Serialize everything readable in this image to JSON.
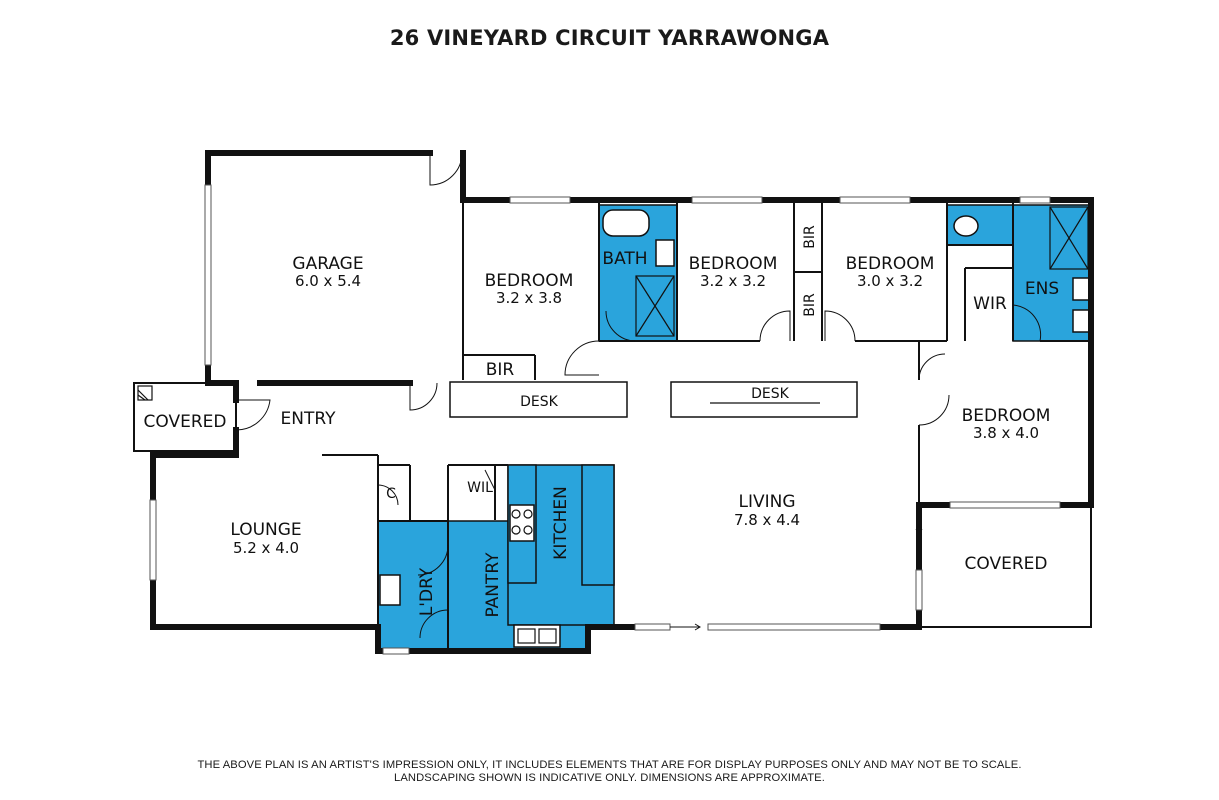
{
  "title": "26 VINEYARD CIRCUIT YARRAWONGA",
  "disclaimer": {
    "line1": "THE ABOVE PLAN IS AN ARTIST'S IMPRESSION ONLY, IT INCLUDES ELEMENTS THAT ARE FOR DISPLAY PURPOSES ONLY AND MAY NOT BE TO SCALE.",
    "line2": "LANDSCAPING SHOWN IS INDICATIVE ONLY. DIMENSIONS ARE APPROXIMATE."
  },
  "colors": {
    "wet_area": "#2aa4dc",
    "walls": "#111111"
  },
  "rooms": {
    "garage": {
      "name": "GARAGE",
      "dims": "6.0 x 5.4"
    },
    "bedroom2": {
      "name": "BEDROOM",
      "dims": "3.2 x 3.8"
    },
    "bath": {
      "name": "BATH"
    },
    "bedroom3": {
      "name": "BEDROOM",
      "dims": "3.2 x 3.2"
    },
    "bedroom4": {
      "name": "BEDROOM",
      "dims": "3.0 x 3.2"
    },
    "bir1": {
      "name": "BIR"
    },
    "bir2": {
      "name": "BIR"
    },
    "bir3": {
      "name": "BIR"
    },
    "wir": {
      "name": "WIR"
    },
    "ens": {
      "name": "ENS"
    },
    "master": {
      "name": "BEDROOM",
      "dims": "3.8 x 4.0"
    },
    "covered_front": {
      "name": "COVERED"
    },
    "entry": {
      "name": "ENTRY"
    },
    "desk1": {
      "name": "DESK"
    },
    "desk2": {
      "name": "DESK"
    },
    "lounge": {
      "name": "LOUNGE",
      "dims": "5.2 x 4.0"
    },
    "cupboard": {
      "name": "C"
    },
    "wil": {
      "name": "WIL"
    },
    "kitchen": {
      "name": "KITCHEN"
    },
    "laundry": {
      "name": "L'DRY"
    },
    "pantry": {
      "name": "PANTRY"
    },
    "living": {
      "name": "LIVING",
      "dims": "7.8 x 4.4"
    },
    "covered_rear": {
      "name": "COVERED"
    }
  }
}
